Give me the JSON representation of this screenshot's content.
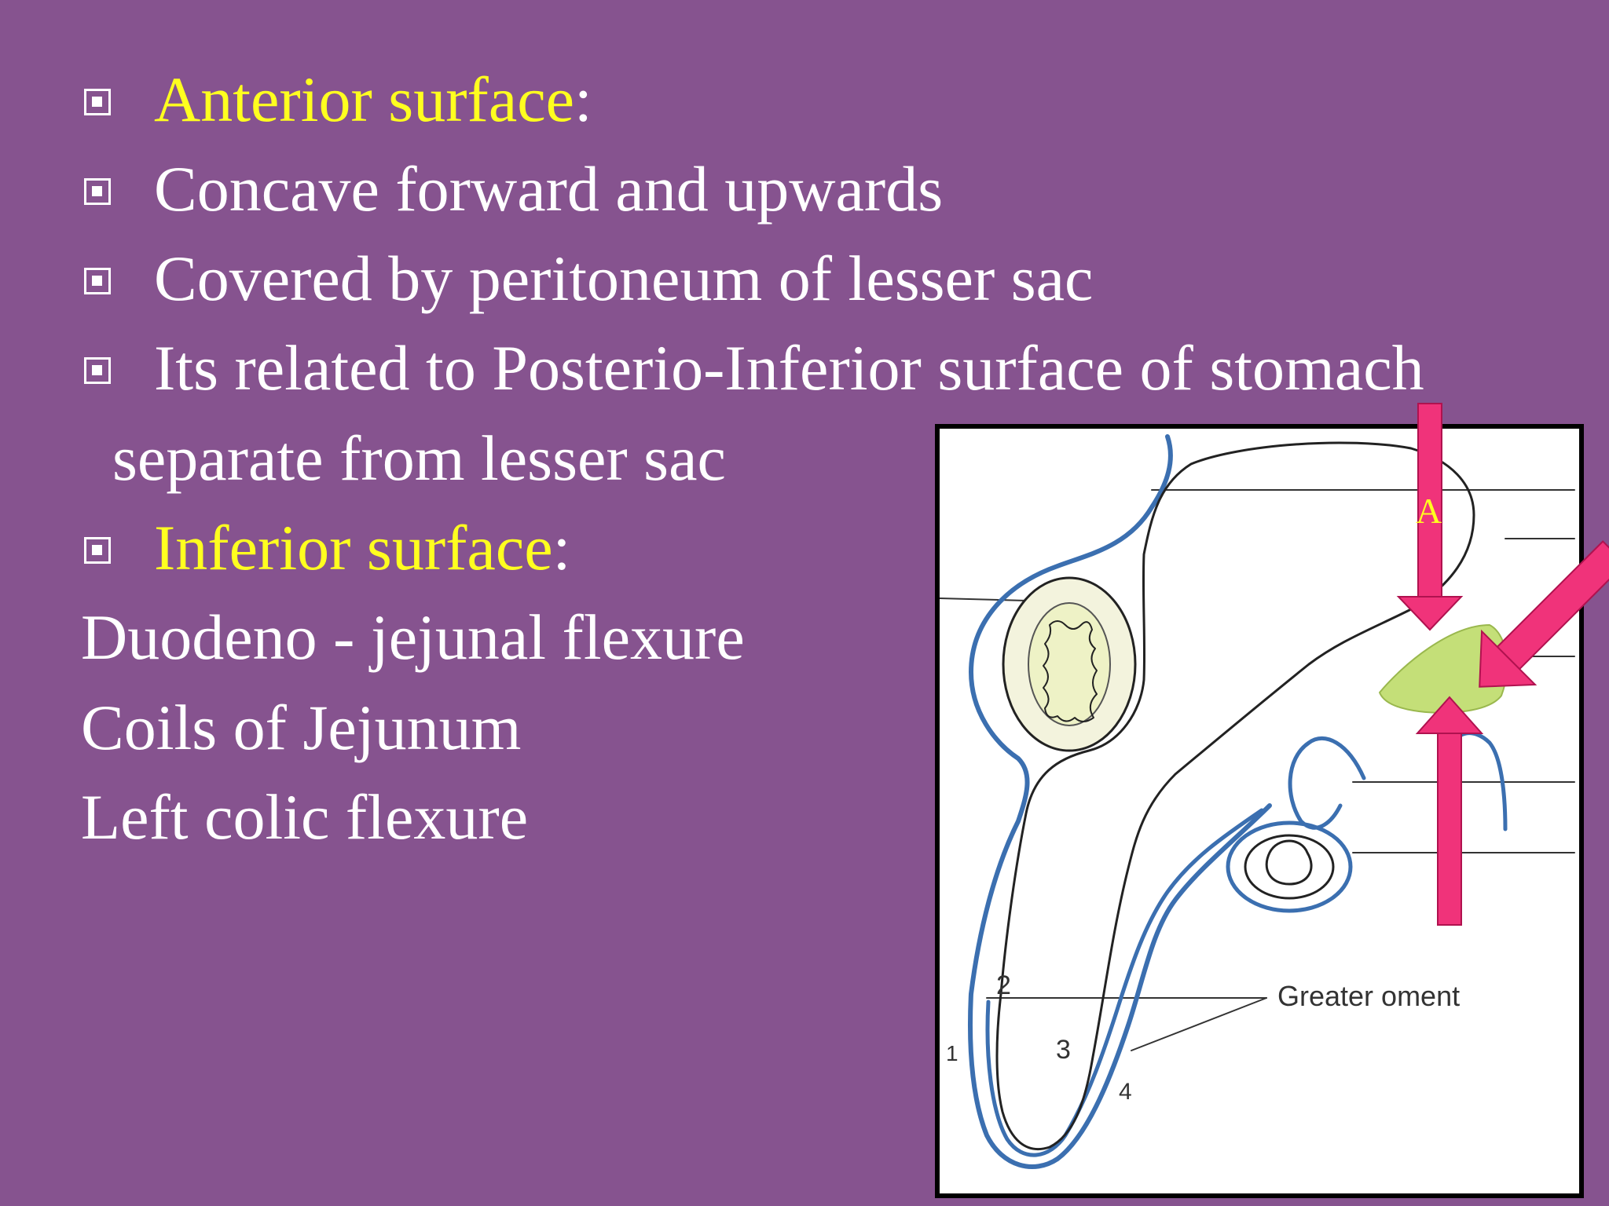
{
  "bullets": [
    {
      "label": "Anterior surface",
      "suffix": ":"
    },
    {
      "text": "Concave  forward and upwards"
    },
    {
      "text": "Covered by peritoneum of  lesser sac"
    },
    {
      "text": "Its related to Posterio-Inferior surface of stomach"
    },
    {
      "continuation": "separate from lesser sac"
    },
    {
      "label": "Inferior surface",
      "suffix": ":"
    }
  ],
  "relations": [
    "Duodeno - jejunal flexure",
    "Coils of Jejunum",
    "Left colic flexure"
  ],
  "figure": {
    "marker_letter": "A",
    "numbers": [
      "1",
      "2",
      "3",
      "4"
    ],
    "caption": "Greater oment"
  },
  "colors": {
    "background": "#86538f",
    "heading_yellow": "#ffff1f",
    "arrow_pink": "#f0337a",
    "organ_green": "#c4df78",
    "membrane_blue": "#3b6fb0"
  },
  "icons": [
    "square-bullet-icon"
  ]
}
